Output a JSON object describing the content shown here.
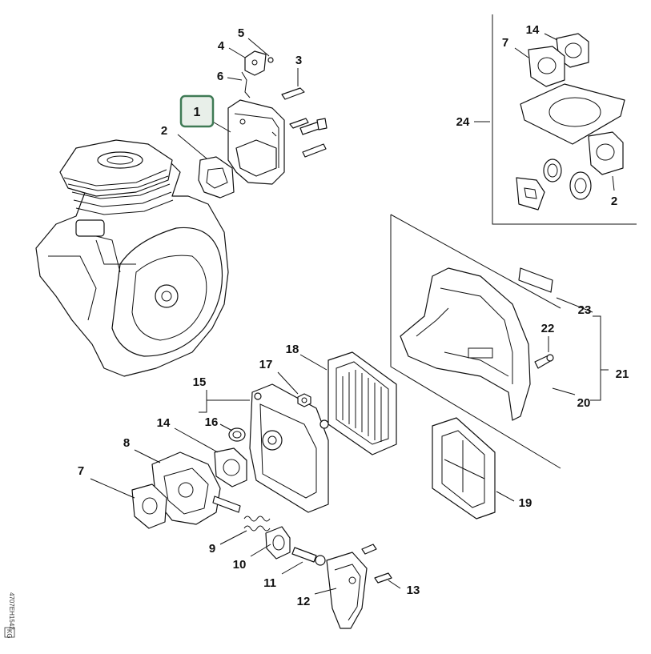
{
  "highlight_callout": "1",
  "callouts": [
    "2",
    "3",
    "4",
    "5",
    "6",
    "7",
    "8",
    "9",
    "10",
    "11",
    "12",
    "13",
    "14",
    "15",
    "16",
    "17",
    "18",
    "19",
    "20",
    "21",
    "22",
    "23",
    "24"
  ],
  "kit_callouts": {
    "top_right": [
      "14",
      "7",
      "24",
      "2"
    ]
  },
  "side_code": "4707EH1542",
  "side_code_box": "KG"
}
